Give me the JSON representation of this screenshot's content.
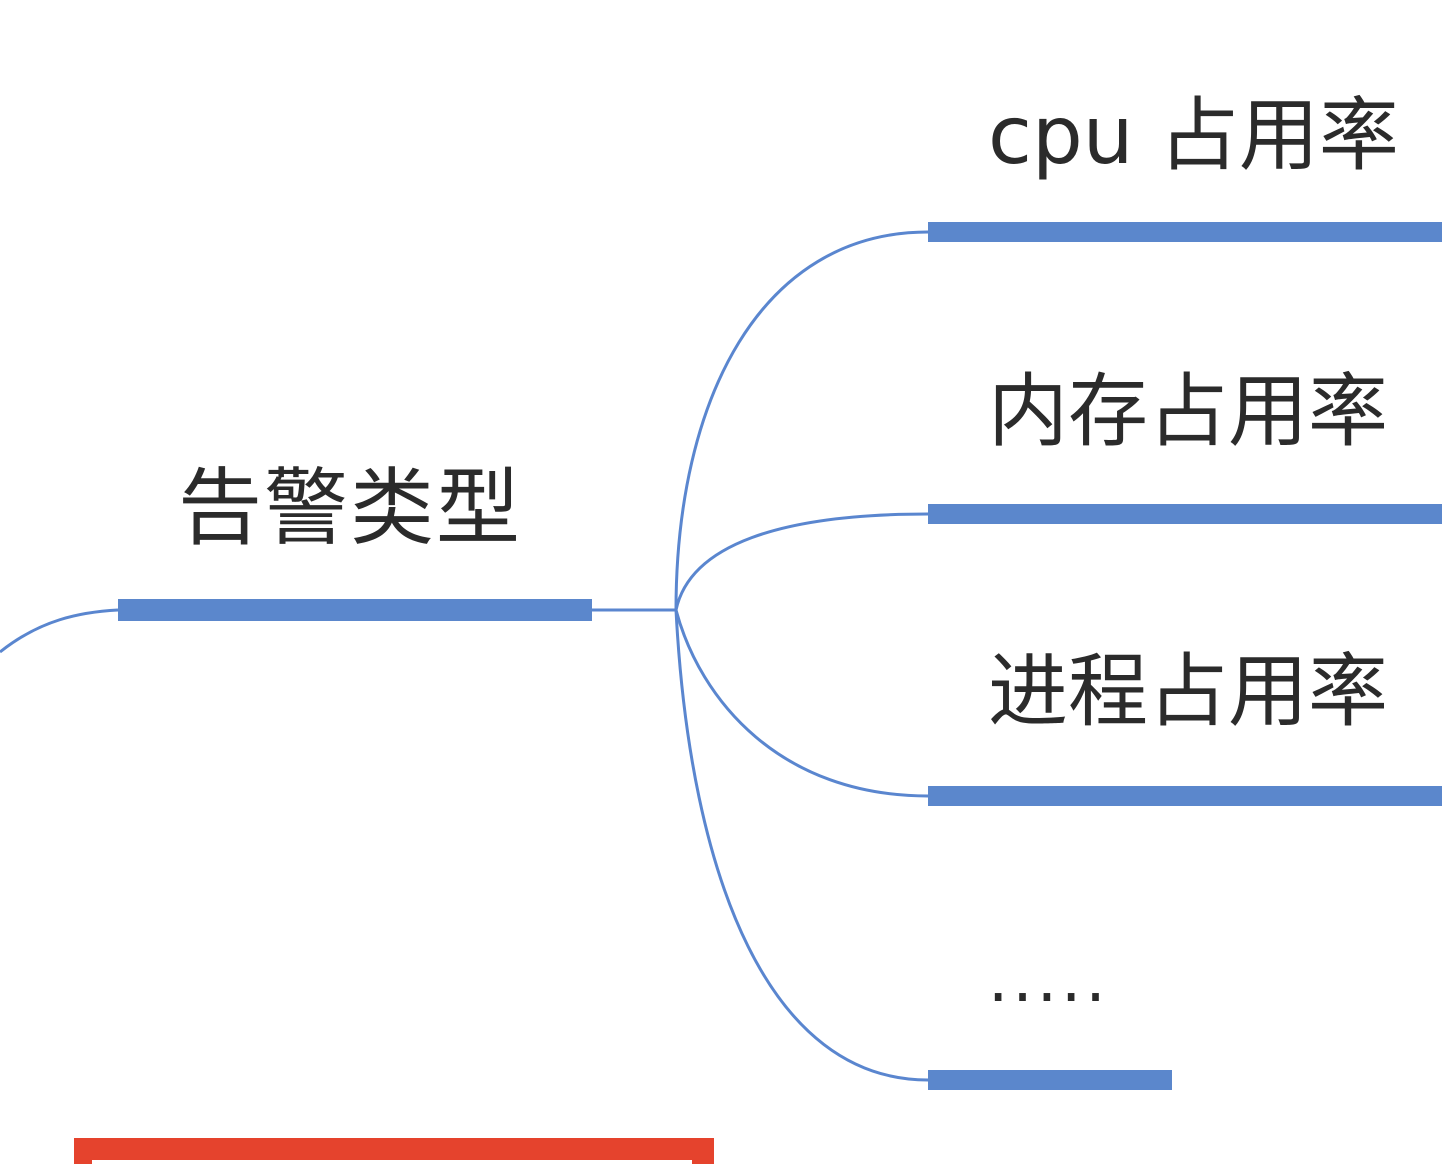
{
  "diagram": {
    "type": "mind-map",
    "colors": {
      "branch_line": "#5b87cc",
      "connector": "#5a86cf",
      "text": "#2b2b2b",
      "highlight_box": "#e5432d",
      "background": "#ffffff"
    },
    "root": {
      "label": "告警类型"
    },
    "children": [
      {
        "label": "cpu 占用率"
      },
      {
        "label": "内存占用率"
      },
      {
        "label": "进程占用率"
      },
      {
        "label": "....."
      }
    ]
  }
}
